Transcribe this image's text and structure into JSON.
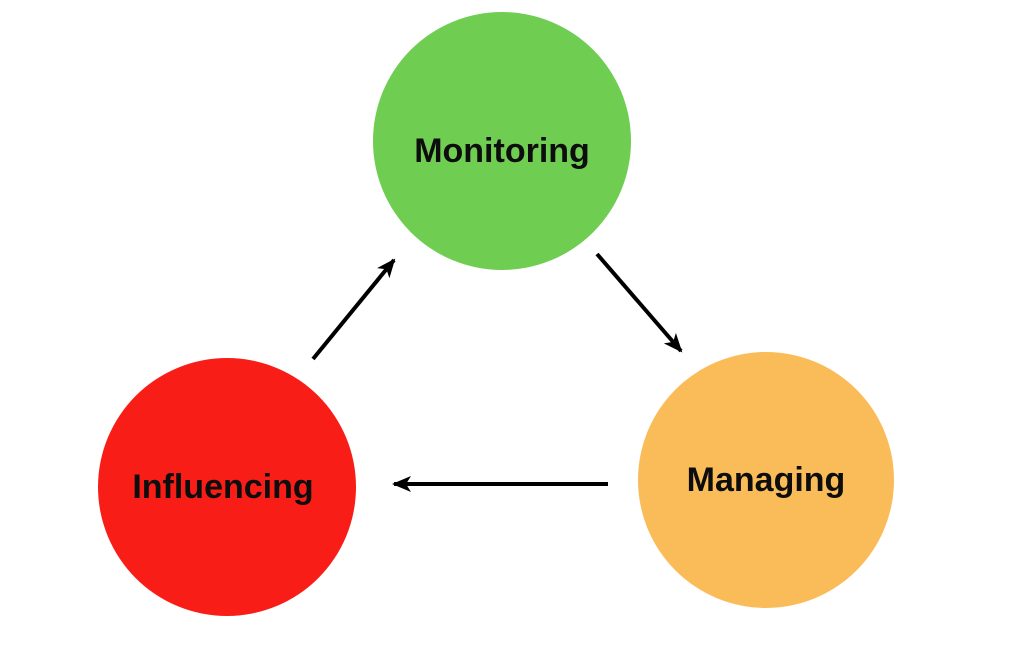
{
  "diagram": {
    "type": "cycle-diagram",
    "background": "#FFFFFF",
    "text_color": "#0D0D0D",
    "edge_color": "#000000",
    "nodes": [
      {
        "id": "monitoring",
        "label": "Monitoring",
        "shape": "circle",
        "fill": "#6FCD52",
        "position": "top-center"
      },
      {
        "id": "influencing",
        "label": "Influencing",
        "shape": "circle",
        "fill": "#F91D17",
        "position": "bottom-left"
      },
      {
        "id": "managing",
        "label": "Managing",
        "shape": "circle",
        "fill": "#FABC59",
        "position": "bottom-right"
      }
    ],
    "edges": [
      {
        "from": "influencing",
        "to": "monitoring",
        "style": "straight-arrow"
      },
      {
        "from": "monitoring",
        "to": "managing",
        "style": "straight-arrow"
      },
      {
        "from": "managing",
        "to": "influencing",
        "style": "straight-arrow"
      }
    ]
  }
}
